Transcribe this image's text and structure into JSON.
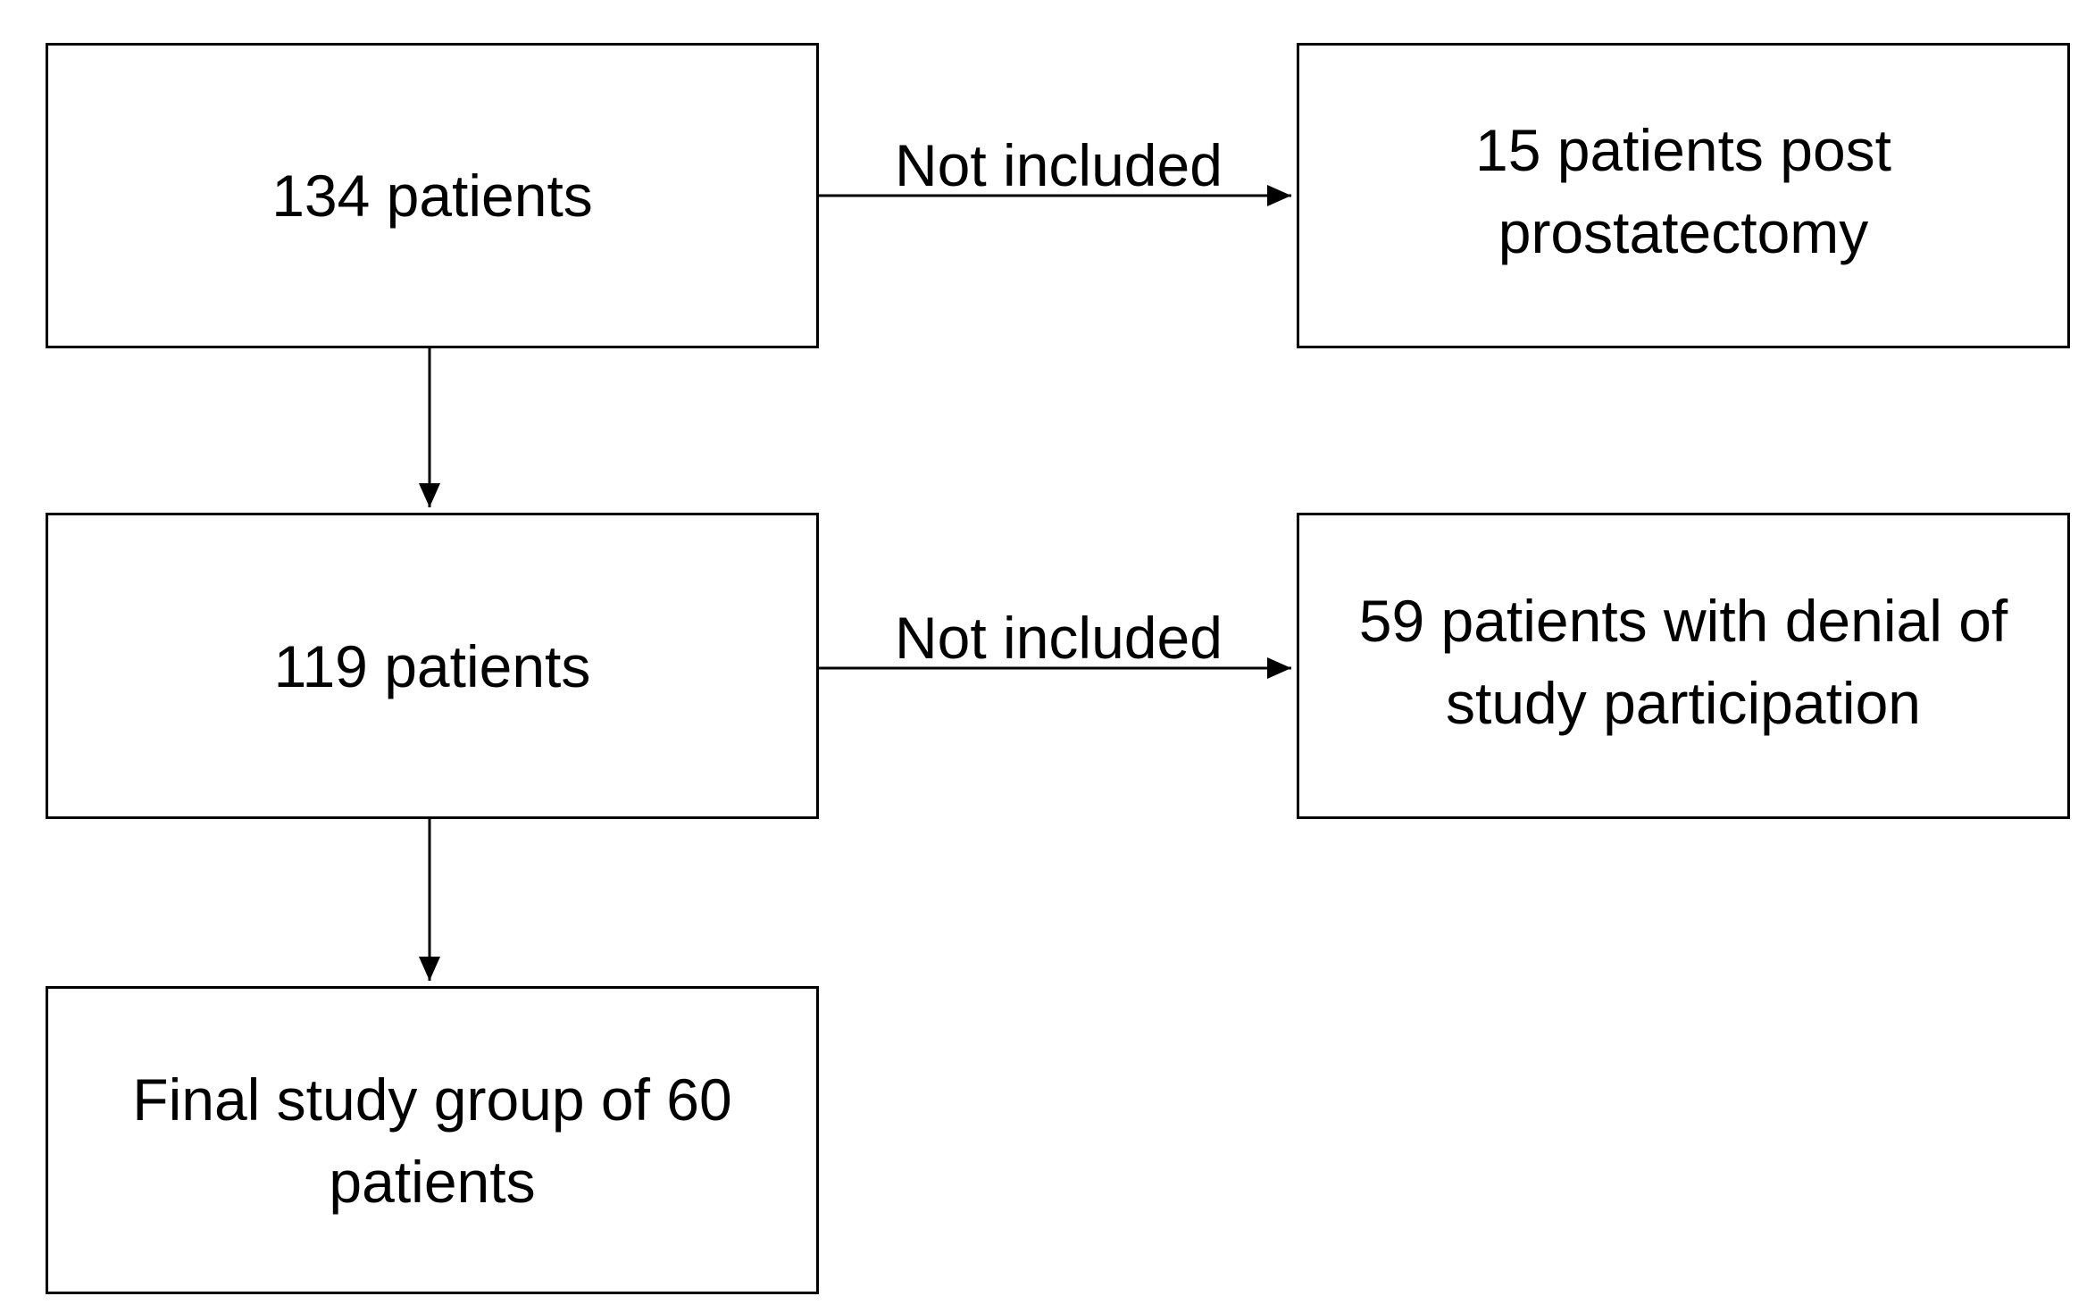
{
  "flowchart": {
    "nodes": {
      "start": "134 patients",
      "excluded_1": "15 patients post prostatectomy",
      "middle": "119 patients",
      "excluded_2": "59 patients with denial of study participation",
      "final": "Final study group of 60 patients"
    },
    "edges": {
      "exclusion_label_1": "Not included",
      "exclusion_label_2": "Not included"
    },
    "colors": {
      "line": "#000000",
      "box_border": "#000000",
      "background": "#ffffff"
    }
  }
}
